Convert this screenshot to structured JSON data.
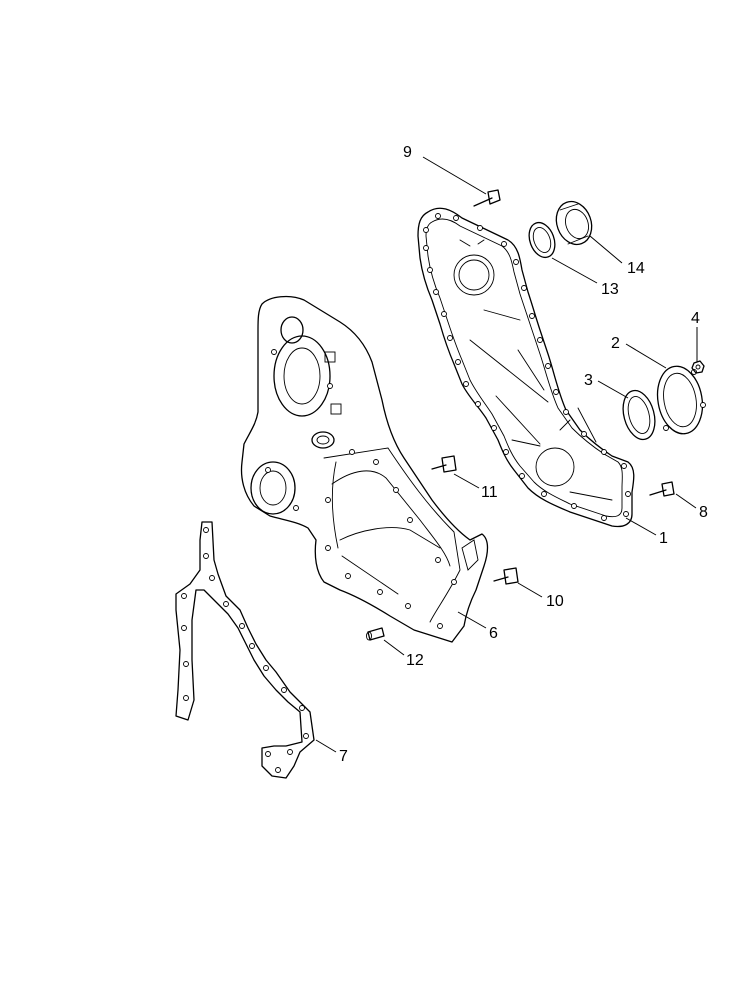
{
  "callouts": [
    {
      "id": "1",
      "text": "1"
    },
    {
      "id": "2",
      "text": "2"
    },
    {
      "id": "3",
      "text": "3"
    },
    {
      "id": "4",
      "text": "4"
    },
    {
      "id": "6",
      "text": "6"
    },
    {
      "id": "7",
      "text": "7"
    },
    {
      "id": "8",
      "text": "8"
    },
    {
      "id": "9",
      "text": "9"
    },
    {
      "id": "10",
      "text": "10"
    },
    {
      "id": "11",
      "text": "11"
    },
    {
      "id": "12",
      "text": "12"
    },
    {
      "id": "13",
      "text": "13"
    },
    {
      "id": "14",
      "text": "14"
    }
  ]
}
